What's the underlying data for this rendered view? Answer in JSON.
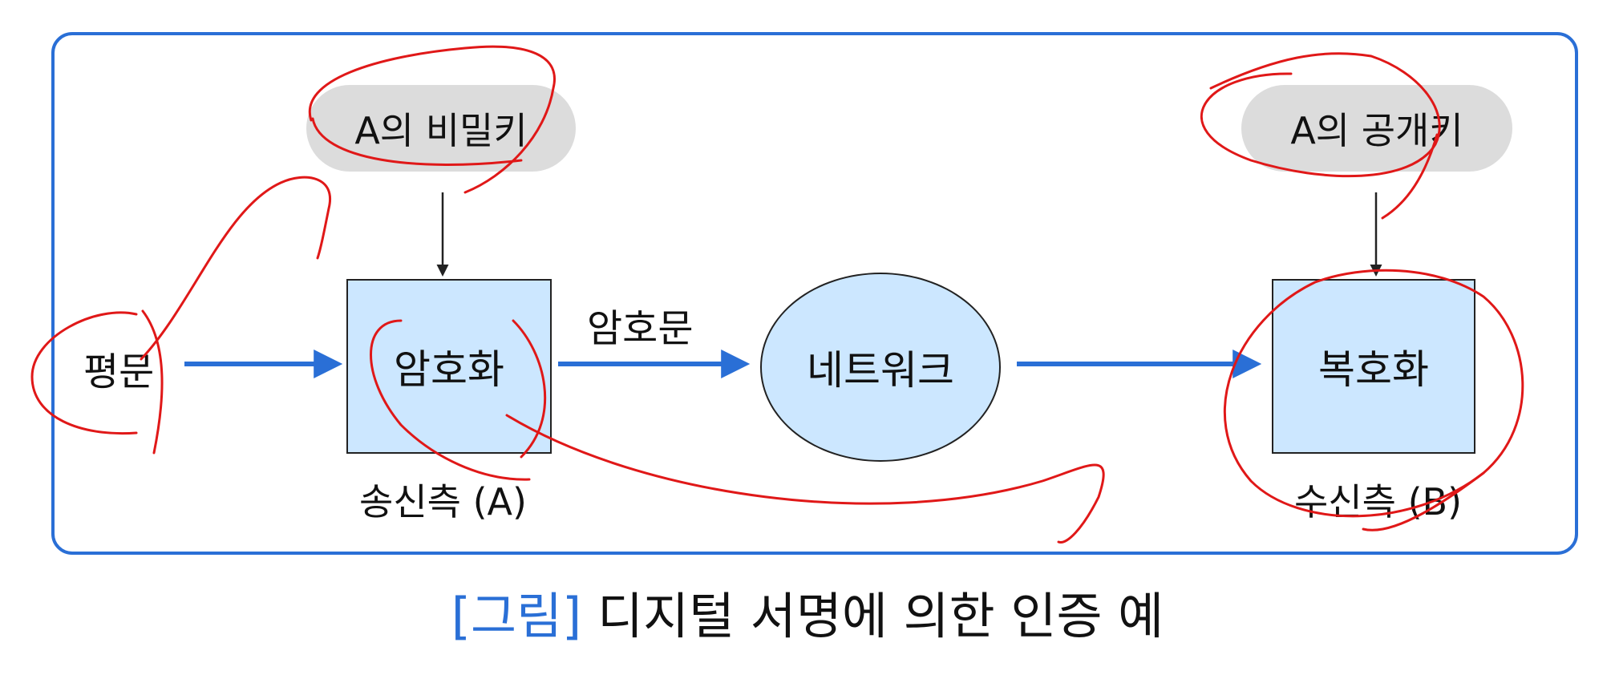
{
  "diagram": {
    "sender_key": "A의 비밀키",
    "receiver_key": "A의 공개키",
    "plaintext": "평문",
    "encrypt": "암호화",
    "ciphertext": "암호문",
    "network": "네트워크",
    "decrypt": "복호화",
    "sender_label": "송신측 (A)",
    "receiver_label": "수신측 (B)"
  },
  "caption": {
    "tag": "[그림]",
    "text": "디지털 서명에 의한 인증 예"
  },
  "colors": {
    "frame": "#2a6fd6",
    "arrow_blue": "#2a6fd6",
    "box_fill": "#cce7ff",
    "pill_fill": "#dcdcdc",
    "annotation_red": "#e01818"
  }
}
